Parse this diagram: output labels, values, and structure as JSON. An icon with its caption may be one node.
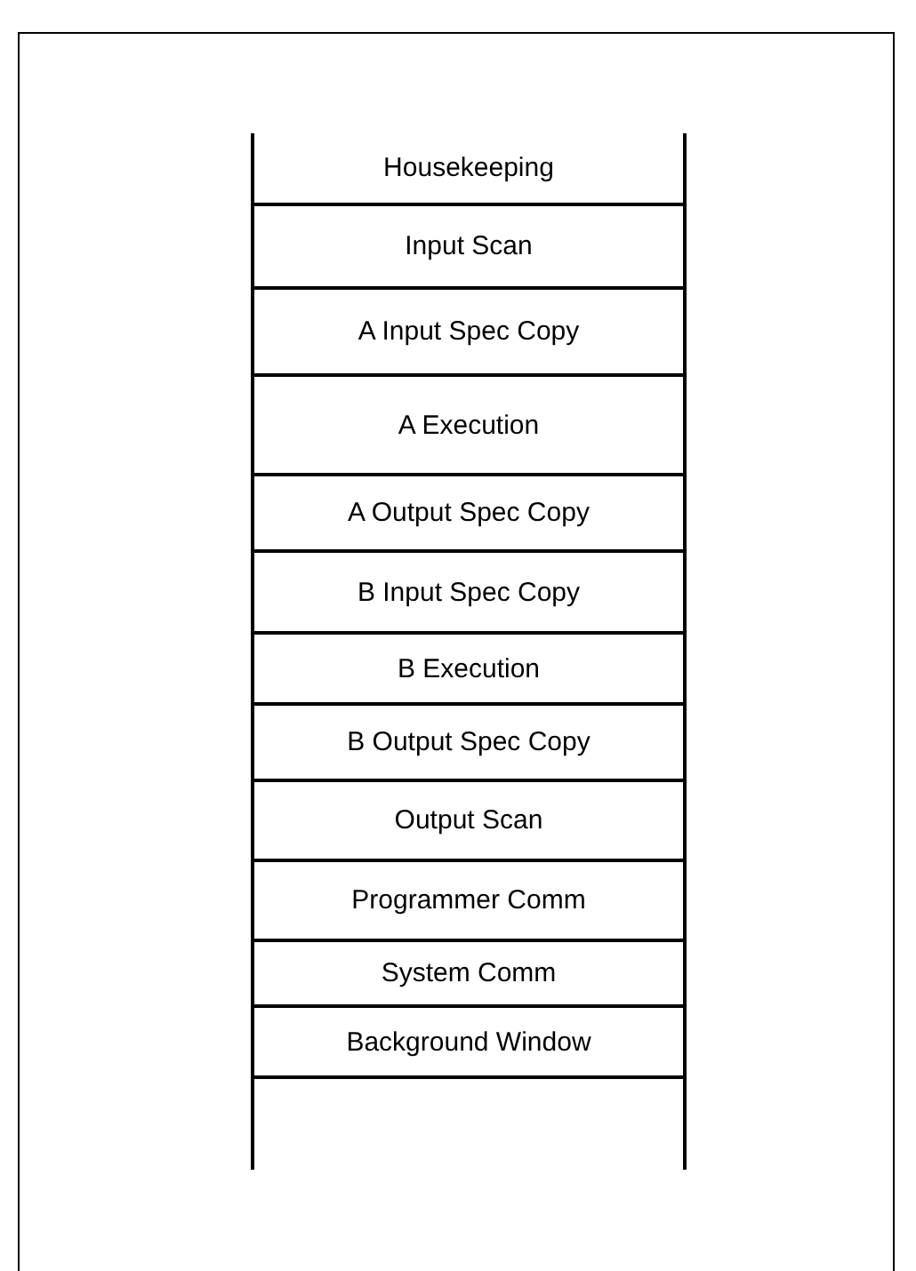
{
  "diagram": {
    "nodes": [
      {
        "text": [
          "Housekeeping"
        ]
      },
      {
        "text": [
          "Input Scan"
        ]
      },
      {
        "text": [
          "A Input Spec Copy"
        ]
      },
      {
        "text": [
          "A Execution"
        ]
      },
      {
        "text": [
          "A Output Spec Copy"
        ]
      },
      {
        "text": [
          "B Input Spec Copy"
        ]
      },
      {
        "text": [
          "B Execution"
        ]
      },
      {
        "text": [
          "B Output Spec Copy"
        ]
      },
      {
        "text": [
          "Output Scan"
        ]
      },
      {
        "text": [
          "Programmer Comm"
        ]
      },
      {
        "text": [
          "System Comm"
        ]
      },
      {
        "text": [
          "Background Window"
        ]
      }
    ]
  }
}
